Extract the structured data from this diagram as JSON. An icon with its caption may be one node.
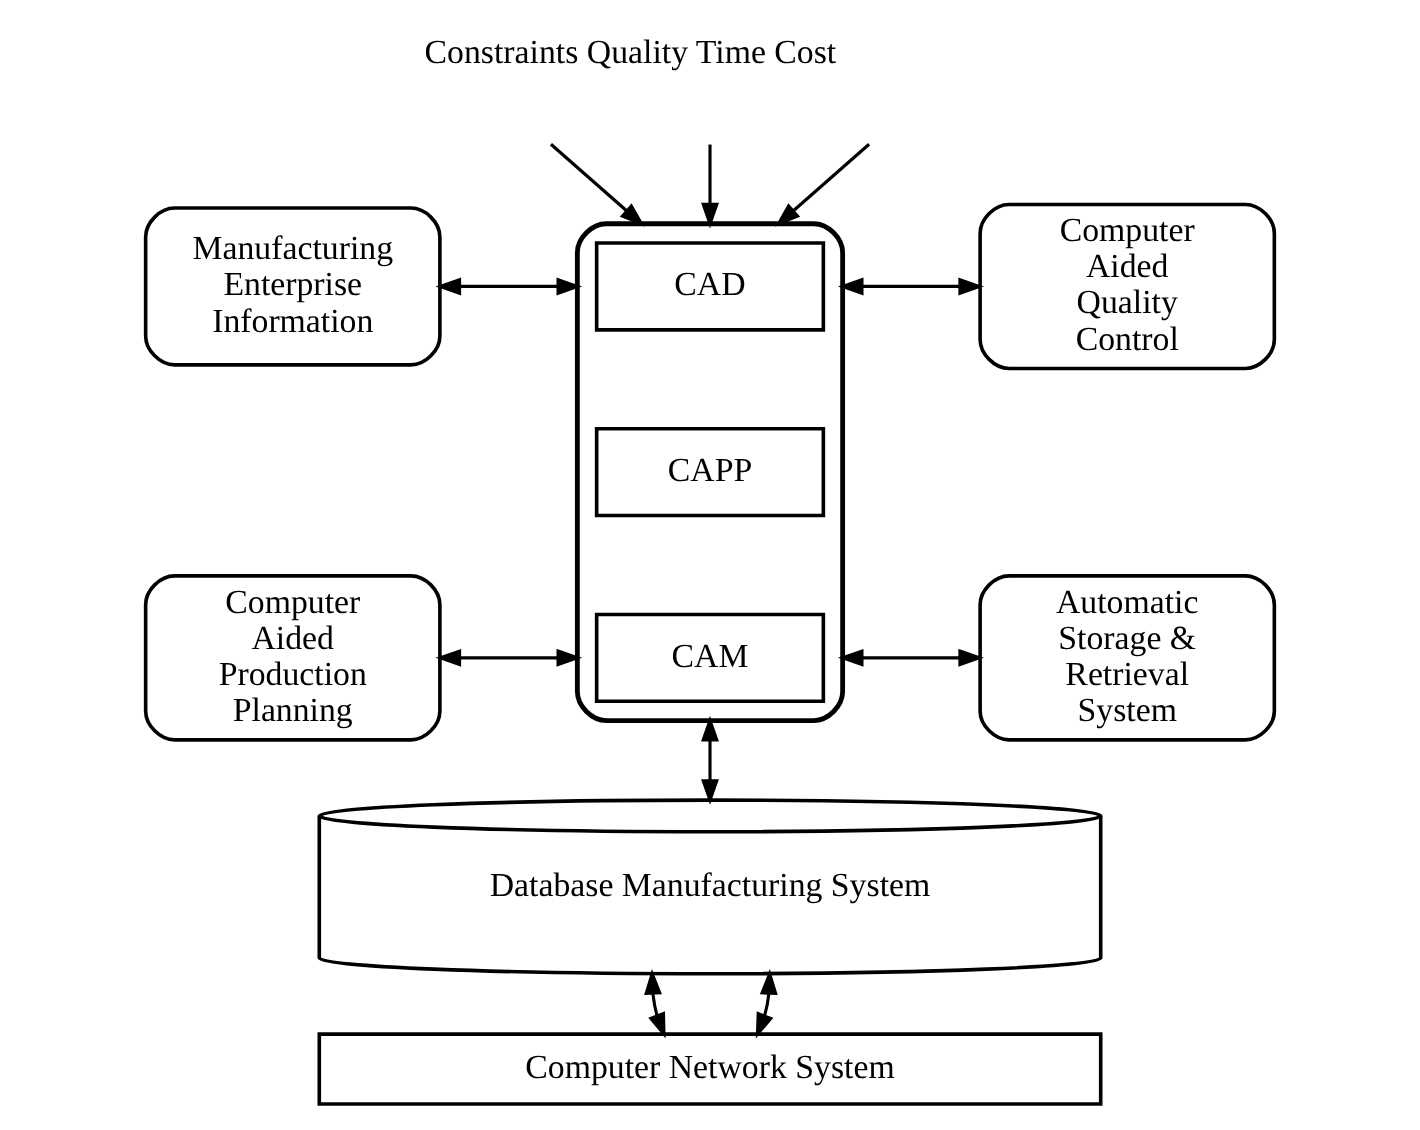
{
  "diagram": {
    "nodes": [
      {
        "text": [
          "Manufacturing Enterprise Information"
        ]
      },
      {
        "text": [
          "Computer Aided Production Planning"
        ]
      },
      {
        "text": [],
        "shape": "box"
      },
      {
        "text": [
          "CAD"
        ],
        "in": 2
      },
      {
        "text": [
          "CAPP"
        ],
        "in": 2
      },
      {
        "text": [
          "CAM"
        ],
        "in": 2
      },
      {
        "text": [
          "Computer Aided Quality Control"
        ]
      },
      {
        "text": [
          "Automatic Storage & Retrieval System"
        ]
      },
      {
        "text": [
          "Database Manufacturing System"
        ]
      },
      {
        "text": [
          "Computer Network System"
        ]
      }
    ],
    "edges": [
      {
        "from": null,
        "to": 2,
        "arrow": "to"
      },
      {
        "from": null,
        "to": 2,
        "arrow": "to"
      },
      {
        "from": null,
        "to": 2,
        "arrow": "to"
      },
      {
        "from": 0,
        "to": 2,
        "arrow": "both"
      },
      {
        "from": 1,
        "to": 2,
        "arrow": "both"
      },
      {
        "from": 2,
        "to": 6,
        "arrow": "both"
      },
      {
        "from": 2,
        "to": 7,
        "arrow": "both"
      },
      {
        "from": 2,
        "to": 8,
        "arrow": "both"
      },
      {
        "from": 8,
        "to": 9,
        "arrow": "both"
      },
      {
        "from": 8,
        "to": 9,
        "arrow": "both"
      }
    ],
    "labels": [
      "Constraints Quality Time Cost"
    ]
  }
}
